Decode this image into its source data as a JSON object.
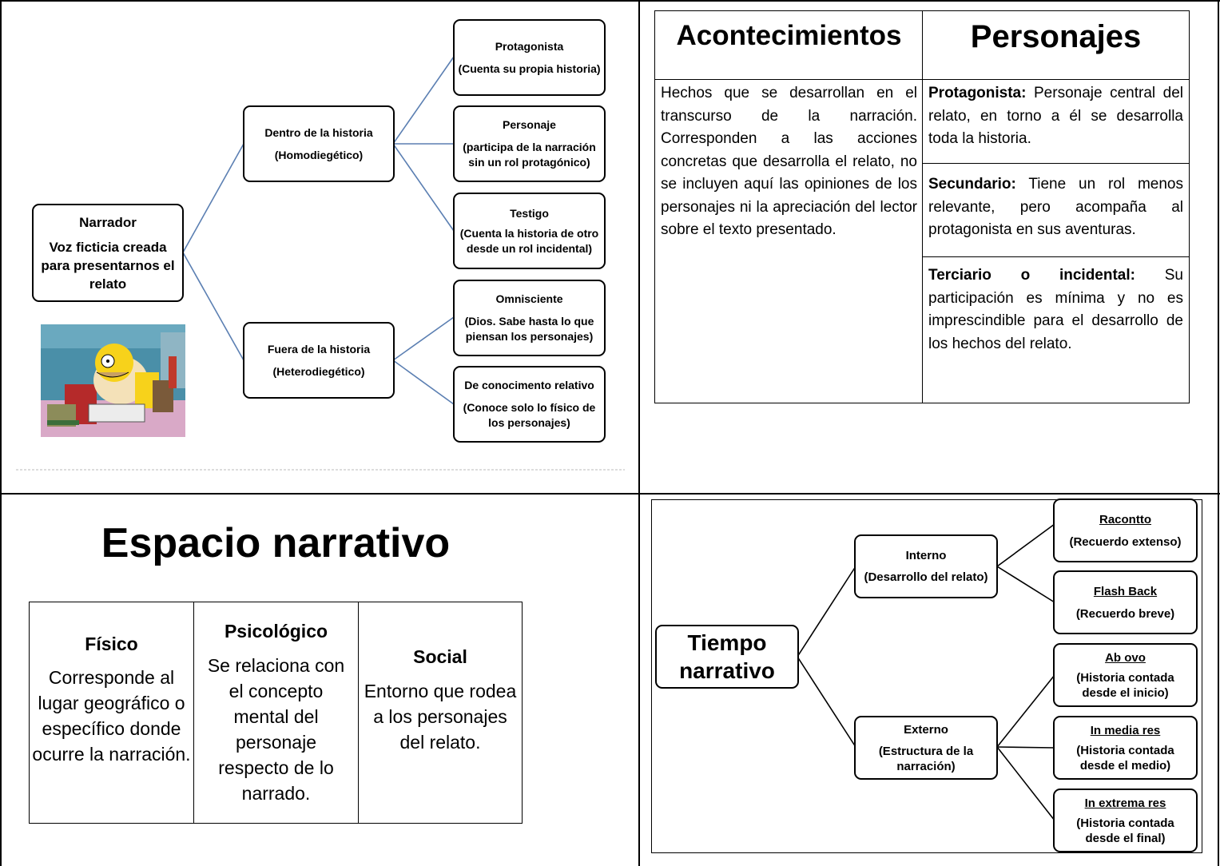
{
  "narrador": {
    "root": {
      "title": "Narrador",
      "desc": "Voz ficticia creada para presentarnos el relato"
    },
    "dentro": {
      "title": "Dentro de la historia",
      "sub": "(Homodiegético)"
    },
    "fuera": {
      "title": "Fuera de la historia",
      "sub": "(Heterodiegético)"
    },
    "protagonista": {
      "title": "Protagonista",
      "sub": "(Cuenta su propia historia)"
    },
    "personaje": {
      "title": "Personaje",
      "sub": "(participa de la narración sin un rol protagónico)"
    },
    "testigo": {
      "title": "Testigo",
      "sub": "(Cuenta la historia de otro desde un rol incidental)"
    },
    "omnisciente": {
      "title": "Omnisciente",
      "sub": "(Dios. Sabe hasta lo  que piensan los personajes)"
    },
    "relativo": {
      "title": "De conocimento relativo",
      "sub": "(Conoce solo lo físico de los personajes)"
    }
  },
  "tabla": {
    "col1_header": "Acontecimientos",
    "col2_header": "Personajes",
    "acontecimientos_text": "Hechos que se desarrollan en el transcurso de la narración. Corresponden a las acciones concretas que desarrolla el relato, no se incluyen aquí las opiniones de los personajes ni la apreciación del lector sobre el texto presentado.",
    "personajes": [
      {
        "label": "Protagonista:",
        "text": "Personaje central del relato, en torno a él se desarrolla toda la historia."
      },
      {
        "label": "Secundario:",
        "text": "Tiene un rol menos relevante, pero acompaña al protagonista en sus aventuras."
      },
      {
        "label": "Terciario o incidental:",
        "text": "Su participación es mínima y no es imprescindible para el desarrollo de los hechos del relato."
      }
    ]
  },
  "espacio": {
    "title": "Espacio narrativo",
    "columns": [
      {
        "header": "Físico",
        "text": "Corresponde al lugar geográfico o específico donde ocurre la narración."
      },
      {
        "header": "Psicológico",
        "text": "Se relaciona con el concepto mental del personaje respecto de lo narrado."
      },
      {
        "header": "Social",
        "text": "Entorno que rodea a los personajes del relato."
      }
    ]
  },
  "tiempo": {
    "root": "Tiempo narrativo",
    "interno": {
      "title": "Interno",
      "sub": "(Desarrollo del relato)"
    },
    "externo": {
      "title": "Externo",
      "sub": "(Estructura de la narración)"
    },
    "racontto": {
      "title": "Racontto",
      "sub": "(Recuerdo extenso)"
    },
    "flashback": {
      "title": "Flash Back",
      "sub": "(Recuerdo breve)"
    },
    "abovo": {
      "title": "Ab ovo",
      "sub": "(Historia contada desde el inicio)"
    },
    "inmedia": {
      "title": "In media res",
      "sub": "(Historia contada desde el medio)"
    },
    "inextrema": {
      "title": "In extrema res",
      "sub": "(Historia contada desde el final)"
    }
  },
  "colors": {
    "connector": "#5b7fb2",
    "border": "#000000",
    "dashed": "#bbbbbb"
  }
}
